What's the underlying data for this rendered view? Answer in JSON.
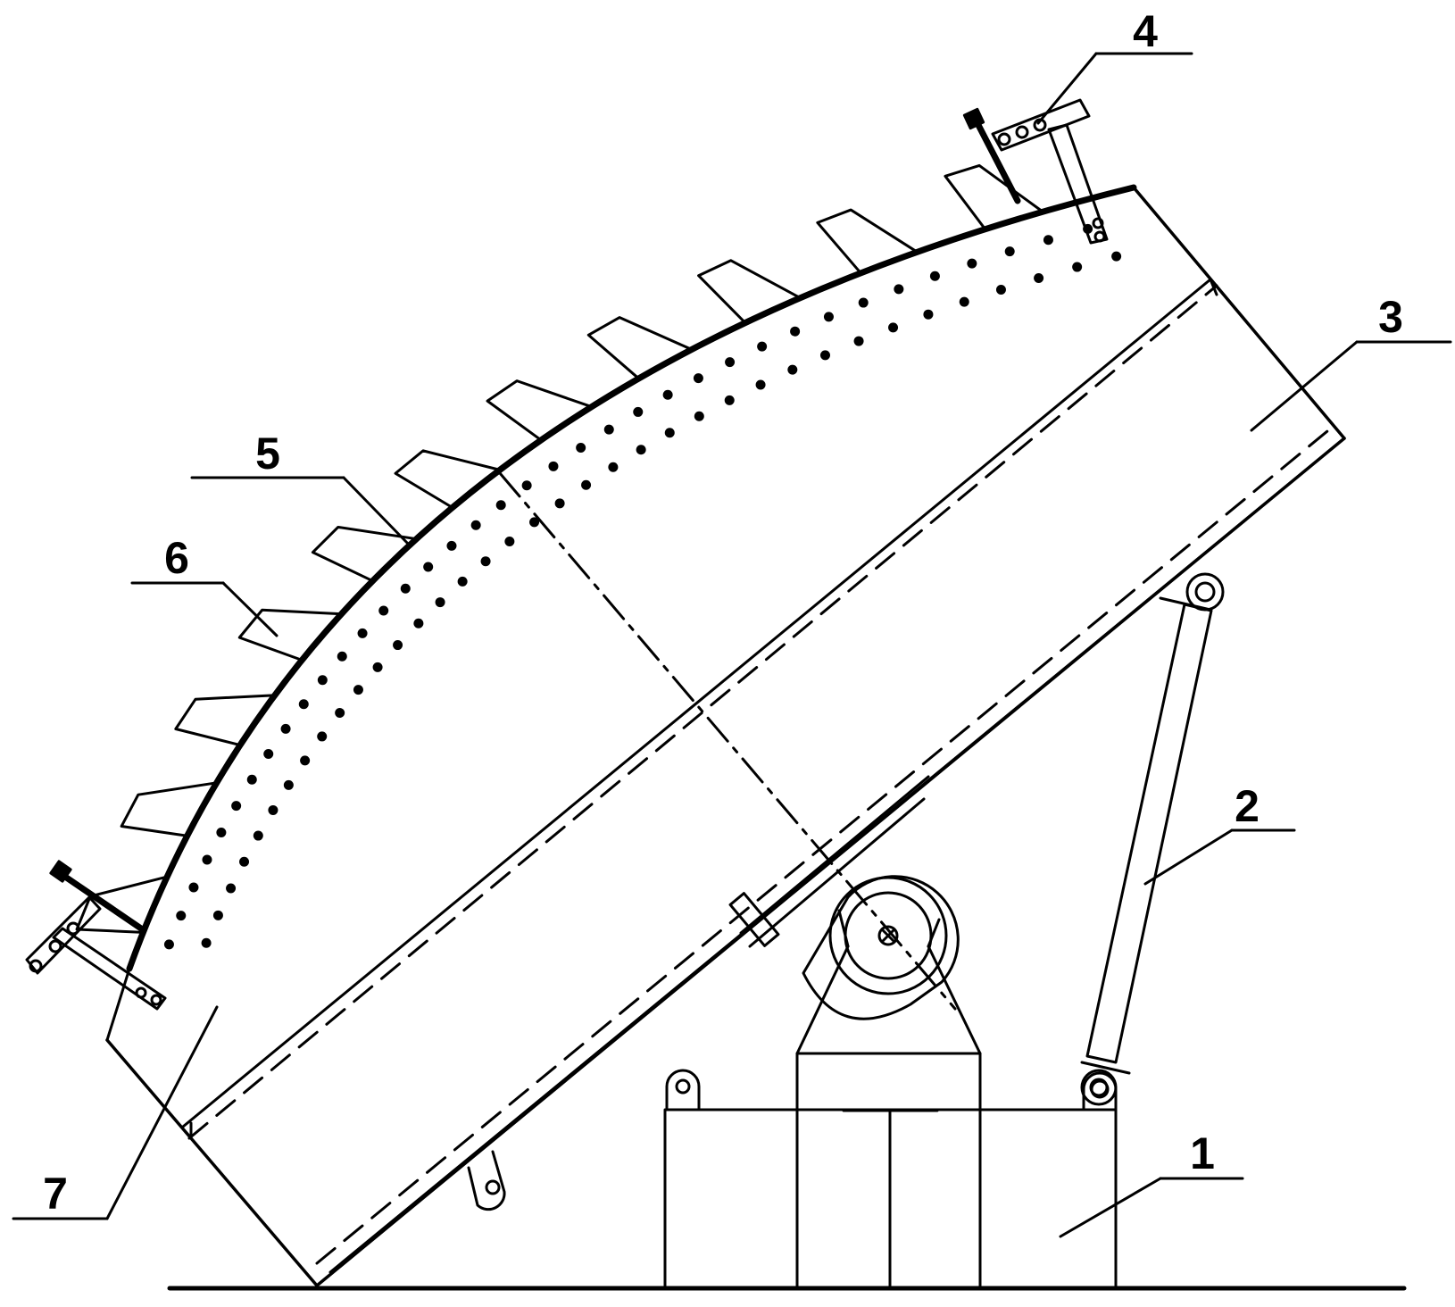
{
  "figure": {
    "callouts": [
      {
        "id": "c1",
        "text": "1"
      },
      {
        "id": "c2",
        "text": "2"
      },
      {
        "id": "c3",
        "text": "3"
      },
      {
        "id": "c4",
        "text": "4"
      },
      {
        "id": "c5",
        "text": "5"
      },
      {
        "id": "c6",
        "text": "6"
      },
      {
        "id": "c7",
        "text": "7"
      }
    ],
    "colors": {
      "ink": "#000000",
      "paper": "#ffffff"
    }
  }
}
